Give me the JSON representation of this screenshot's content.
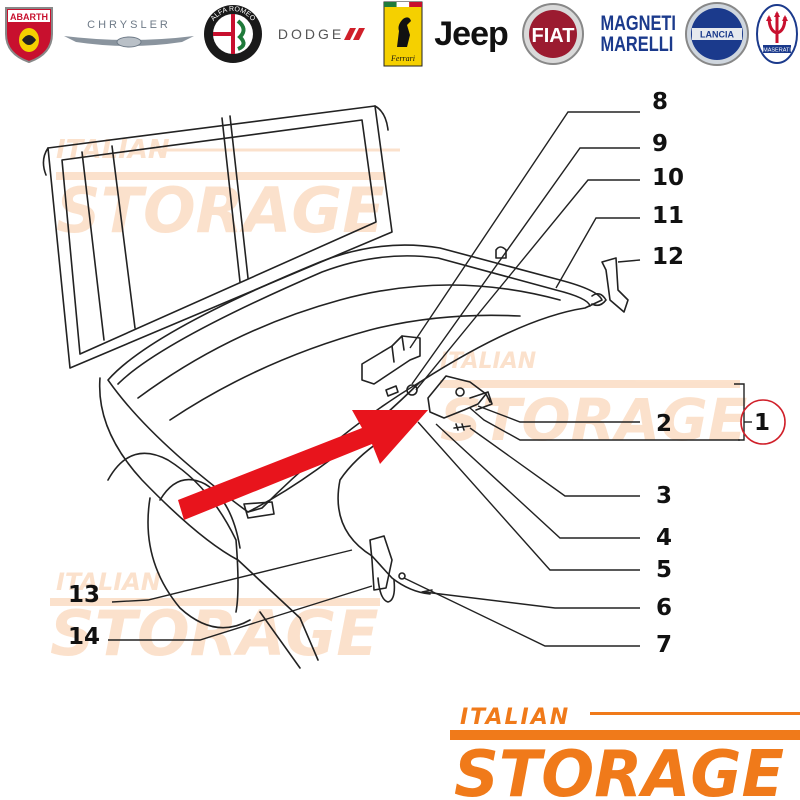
{
  "brands": [
    {
      "name": "ABARTH",
      "color": "#c8102e"
    },
    {
      "name": "CHRYSLER",
      "color": "#6e7a87"
    },
    {
      "name": "ALFA ROMEO",
      "color": "#1f7a3a"
    },
    {
      "name": "DODGE",
      "color": "#555555"
    },
    {
      "name": "Ferrari",
      "color": "#f5d000"
    },
    {
      "name": "Jeep",
      "color": "#111111"
    },
    {
      "name": "FIAT",
      "color": "#9b1b30"
    },
    {
      "name": "MAGNETI MARELLI",
      "color": "#1b3a8c"
    },
    {
      "name": "LANCIA",
      "color": "#1b3a8c"
    },
    {
      "name": "MASERATI",
      "color": "#1b3a8c"
    }
  ],
  "callouts": {
    "c1": "1",
    "c2": "2",
    "c3": "3",
    "c4": "4",
    "c5": "5",
    "c6": "6",
    "c7": "7",
    "c8": "8",
    "c9": "9",
    "c10": "10",
    "c11": "11",
    "c12": "12",
    "c13": "13",
    "c14": "14"
  },
  "watermark": {
    "line1": "ITALIAN",
    "line2": "STORAGE",
    "color": "#f07a1a"
  },
  "icons": {
    "pointer": "red-arrow-icon"
  },
  "colors": {
    "arrow": "#e8141c",
    "ink": "#222222",
    "circle": "#d0202a"
  }
}
